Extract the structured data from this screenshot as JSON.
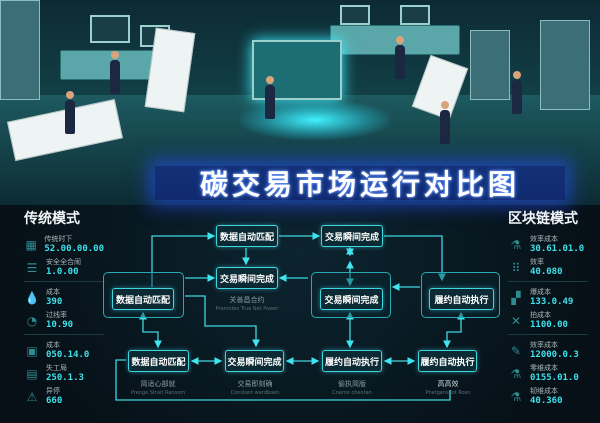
{
  "title": "碳交易市场运行对比图",
  "left_panel": {
    "title": "传统模式",
    "metrics": [
      {
        "label": "传统时下",
        "value": "52.00.00.00",
        "icon": "server-icon"
      },
      {
        "label": "安全全合闹",
        "value": "1.0.00",
        "icon": "stack-icon"
      },
      {
        "label": "成本",
        "value": "390",
        "icon": "drop-icon"
      },
      {
        "label": "过线率",
        "value": "10.90",
        "icon": "gauge-icon"
      },
      {
        "label": "成本",
        "value": "050.14.0",
        "icon": "robot-icon"
      },
      {
        "label": "失工局",
        "value": "250.1.3",
        "icon": "document-icon"
      },
      {
        "label": "异停",
        "value": "660",
        "icon": "warning-icon"
      }
    ]
  },
  "right_panel": {
    "title": "区块链模式",
    "metrics": [
      {
        "label": "效率成本",
        "value": "30.61.01.0",
        "icon": "flask-icon"
      },
      {
        "label": "效率",
        "value": "40.080",
        "icon": "grid-icon"
      },
      {
        "label": "爆成本",
        "value": "133.0.49",
        "icon": "blocks-icon"
      },
      {
        "label": "拍成本",
        "value": "1100.00",
        "icon": "tools-icon"
      },
      {
        "label": "效率成本",
        "value": "12000.0.3",
        "icon": "pen-icon"
      },
      {
        "label": "零维成本",
        "value": "0155.01.0",
        "icon": "beaker-icon"
      },
      {
        "label": "韧维成本",
        "value": "40.360",
        "icon": "flask-icon"
      }
    ]
  },
  "nodes": {
    "top_match": "数据自动匹配",
    "top_instant": "交易瞬间完成",
    "mid_instant": "交易瞬间完成",
    "left_match": "数据自动匹配",
    "center_instant": "交易瞬间完成",
    "right_exec": "履约自动执行",
    "bottom_match": "数据自动匹配",
    "bottom_instant": "交易瞬间完成",
    "bottom_exec": "履约自动执行",
    "bottom_exec2": "履约自动执行"
  },
  "captions": {
    "mid": {
      "zh": "关善昌合约",
      "en": "Promotes True Net Power"
    },
    "b1": {
      "zh": "简适心部就",
      "en": "Prenge Strait Ransom"
    },
    "b2": {
      "zh": "交易即刻确",
      "en": "Constant wardboen"
    },
    "b3": {
      "zh": "偷执简版",
      "en": "Cnemo chentan"
    },
    "b4": {
      "zh": "高高效",
      "en": "Pnetgens lot Rosn"
    }
  }
}
